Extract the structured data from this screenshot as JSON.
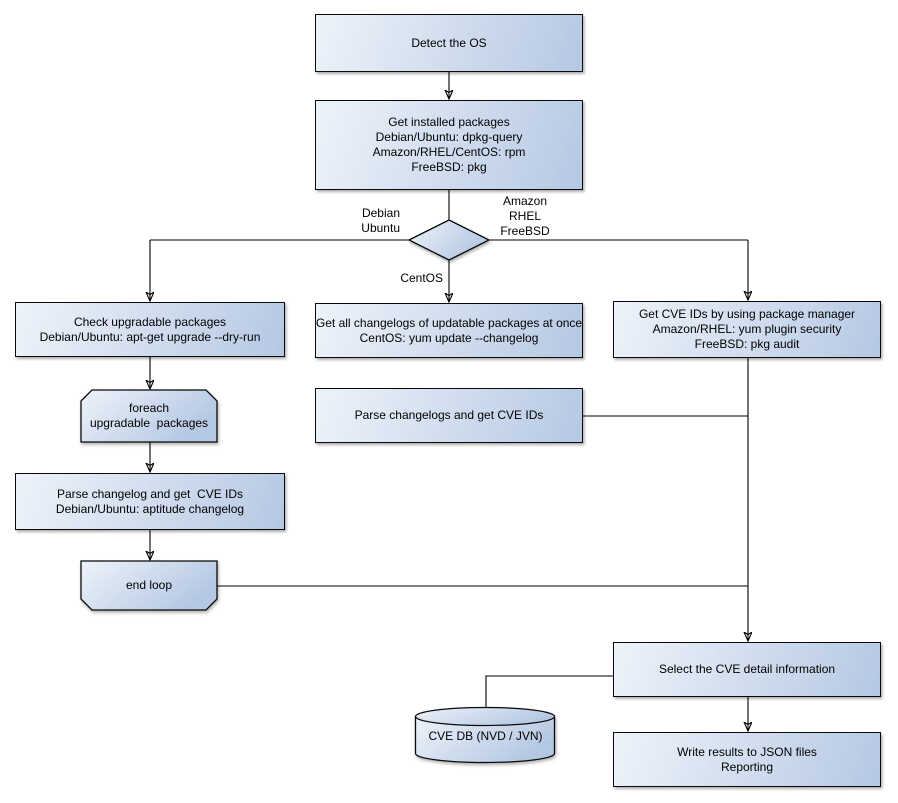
{
  "diagram": {
    "type": "flowchart",
    "colors": {
      "canvas_bg": "#ffffff",
      "node_fill_light": "#eef3fa",
      "node_fill_dark": "#b5c8e3",
      "node_border": "#0a0a0a",
      "connector": "#000000",
      "text_color": "#000000"
    },
    "nodes": {
      "detect_os": {
        "shape": "rect",
        "lines": [
          "Detect the OS"
        ]
      },
      "get_installed_packages": {
        "shape": "rect",
        "lines": [
          "Get installed packages",
          "Debian/Ubuntu: dpkg-query",
          "Amazon/RHEL/CentOS: rpm",
          "FreeBSD: pkg"
        ]
      },
      "os_decision": {
        "shape": "diamond",
        "lines": []
      },
      "check_upgradable_packages": {
        "shape": "rect",
        "lines": [
          "Check upgradable packages",
          "Debian/Ubuntu: apt-get upgrade --dry-run"
        ]
      },
      "foreach_upgradable_packages": {
        "shape": "loop-start",
        "lines": [
          "foreach",
          "upgradable  packages"
        ]
      },
      "parse_changelog_left": {
        "shape": "rect",
        "lines": [
          "Parse changelog and get  CVE IDs",
          "Debian/Ubuntu: aptitude changelog"
        ]
      },
      "end_loop": {
        "shape": "loop-end",
        "lines": [
          "end loop"
        ]
      },
      "get_all_changelogs": {
        "shape": "rect",
        "lines": [
          "Get all changelogs of updatable packages at once",
          "CentOS: yum update --changelog"
        ]
      },
      "parse_changelogs_center": {
        "shape": "rect",
        "lines": [
          "Parse changelogs and get CVE IDs"
        ]
      },
      "get_cve_ids_package_manager": {
        "shape": "rect",
        "lines": [
          "Get CVE IDs by using package manager",
          "Amazon/RHEL: yum plugin security",
          "FreeBSD: pkg audit"
        ]
      },
      "select_cve_detail": {
        "shape": "rect",
        "lines": [
          "Select the CVE detail information"
        ]
      },
      "cve_db": {
        "shape": "cylinder",
        "lines": [
          "CVE DB (NVD / JVN)"
        ]
      },
      "write_results": {
        "shape": "rect",
        "lines": [
          "Write results to JSON files",
          "Reporting"
        ]
      }
    },
    "edge_labels": {
      "debian_ubuntu": {
        "lines": [
          "Debian",
          "Ubuntu"
        ]
      },
      "amazon_rhel_freebsd": {
        "lines": [
          "Amazon",
          "RHEL",
          "FreeBSD"
        ]
      },
      "centos": {
        "lines": [
          "CentOS"
        ]
      }
    }
  }
}
